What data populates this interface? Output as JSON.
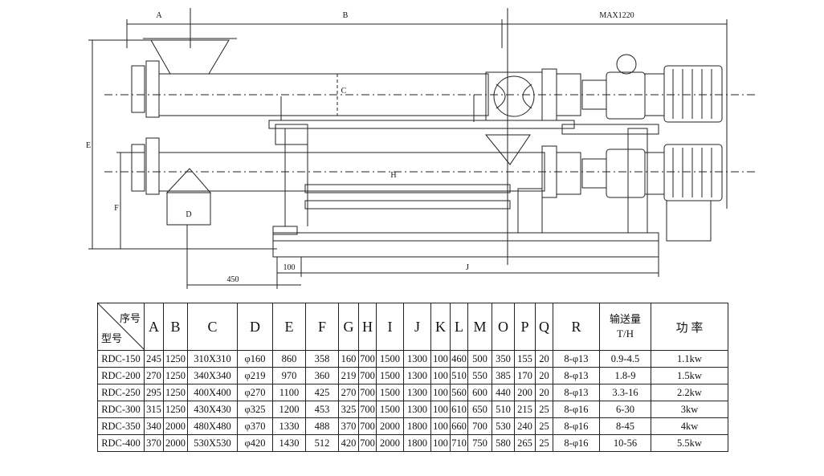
{
  "drawing": {
    "dimension_labels": {
      "A": "A",
      "B": "B",
      "max": "MAX1220",
      "C": "C",
      "D": "D",
      "E": "E",
      "F": "F",
      "H": "H",
      "J": "J",
      "d100": "100",
      "d450": "450"
    }
  },
  "table": {
    "corner_top": "序号",
    "corner_bottom": "型号",
    "columns": [
      "A",
      "B",
      "C",
      "D",
      "E",
      "F",
      "G",
      "H",
      "I",
      "J",
      "K",
      "L",
      "M",
      "O",
      "P",
      "Q",
      "R"
    ],
    "qty_label": "输送量",
    "qty_unit": "T/H",
    "power_label": "功 率",
    "rows": [
      {
        "model": "RDC-150",
        "cells": [
          "245",
          "1250",
          "310X310",
          "φ160",
          "860",
          "358",
          "160",
          "700",
          "1500",
          "1300",
          "100",
          "460",
          "500",
          "350",
          "155",
          "20",
          "8-φ13"
        ],
        "qty": "0.9-4.5",
        "power": "1.1kw"
      },
      {
        "model": "RDC-200",
        "cells": [
          "270",
          "1250",
          "340X340",
          "φ219",
          "970",
          "360",
          "219",
          "700",
          "1500",
          "1300",
          "100",
          "510",
          "550",
          "385",
          "170",
          "20",
          "8-φ13"
        ],
        "qty": "1.8-9",
        "power": "1.5kw"
      },
      {
        "model": "RDC-250",
        "cells": [
          "295",
          "1250",
          "400X400",
          "φ270",
          "1100",
          "425",
          "270",
          "700",
          "1500",
          "1300",
          "100",
          "560",
          "600",
          "440",
          "200",
          "20",
          "8-φ13"
        ],
        "qty": "3.3-16",
        "power": "2.2kw"
      },
      {
        "model": "RDC-300",
        "cells": [
          "315",
          "1250",
          "430X430",
          "φ325",
          "1200",
          "453",
          "325",
          "700",
          "1500",
          "1300",
          "100",
          "610",
          "650",
          "510",
          "215",
          "25",
          "8-φ16"
        ],
        "qty": "6-30",
        "power": "3kw"
      },
      {
        "model": "RDC-350",
        "cells": [
          "340",
          "2000",
          "480X480",
          "φ370",
          "1330",
          "488",
          "370",
          "700",
          "2000",
          "1800",
          "100",
          "660",
          "700",
          "530",
          "240",
          "25",
          "8-φ16"
        ],
        "qty": "8-45",
        "power": "4kw"
      },
      {
        "model": "RDC-400",
        "cells": [
          "370",
          "2000",
          "530X530",
          "φ420",
          "1430",
          "512",
          "420",
          "700",
          "2000",
          "1800",
          "100",
          "710",
          "750",
          "580",
          "265",
          "25",
          "8-φ16"
        ],
        "qty": "10-56",
        "power": "5.5kw"
      }
    ]
  }
}
